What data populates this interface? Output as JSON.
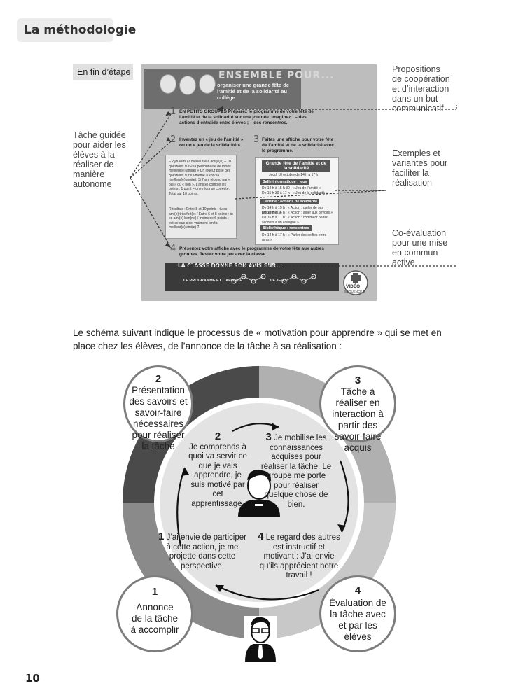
{
  "header": {
    "title": "La méthodologie"
  },
  "stage": {
    "label": "En fin d’étape",
    "banner_title": "ENSEMBLE POUR...",
    "banner_subtitle": "organiser une grande fête de l’amitié et de la solidarité au collège",
    "step1_num": "1",
    "step1_text": "EN PETITS GROUPES Préparez le programme de votre fête de l’amitié et de la solidarité sur une journée. Imaginez : – des actions d’entraide entre élèves ; – des rencontres.",
    "step2_num": "2",
    "step2_text": "Inventez un « jeu de l’amitié » ou un « jeu de la solidarité ».",
    "step3_num": "3",
    "step3_text": "Faites une affiche pour votre fête de l’amitié et de la solidarité avec le programme.",
    "step4_num": "4",
    "step4_text": "Présentez votre affiche avec le programme de votre fête aux autres groupes. Testez votre jeu avec la classe.",
    "note_text": "– 2 joueurs (2 meilleur(e)s ami(e)s) – 10 questions sur « la personnalité de ton/ta meilleur(e) ami(e) » Un joueur pose des questions sur lui-même à son/sa meilleur(e) ami(e). Si l’ami répond par « oui » ou « non ». L’ami(e) compte les points : 1 point = une réponse correcte. Total sur 10 points.",
    "note_results": "Résultats : Entre 8 et 10 points : tu es ami(e) très fort(e) / Entre 6 et 8 points : tu es ami(e) bon(ne) / moins de 6 points : est-ce que c’est vraiment ton/ta meilleur(e) ami(e) ?",
    "poster_title": "Grande fête de l’amitié et de la solidarité",
    "poster_date": "Jeudi 18 octobre de 14 h à 17 h",
    "poster_sections": [
      {
        "title": "Salle informatique : jeux",
        "lines": [
          "De 14 h à 15 h 30 : « Jeu de l’amitié »",
          "De 15 h 30 à 17 h : « Jeu de la solidarité »"
        ]
      },
      {
        "title": "Cantine : actions de solidarité",
        "lines": [
          "De 14 h à 15 h : « Action : parler de ses problèmes »",
          "De 15 h à 16 h : « Action : aider aux devoirs »",
          "De 16 h à 17 h : « Action : comment porter secours à un collègue »"
        ]
      },
      {
        "title": "Bibliothèque : rencontres",
        "lines": [
          "De 14 h à 17 h : « Parler des selfies entre amis »"
        ]
      }
    ],
    "footer_title": "LA CLASSE DONNE SON AVIS SUR...",
    "footer_item1": "LE PROGRAMME ET L’AFFICHE",
    "footer_item2": "LE JEU",
    "video_label": "VIDÉO",
    "video_sub": "SÉQUENCE 3"
  },
  "annotations": {
    "left": "Tâche guidée pour aider les élèves à la réaliser de manière autonome",
    "right1": "Propositions de coopération et d’interaction dans un but communicatif",
    "right2": "Exemples et variantes pour faciliter la réalisation",
    "right3": "Co-évaluation pour une mise en commun active"
  },
  "paragraph": "Le schéma suivant indique le processus de « motivation pour apprendre » qui se met en place chez les élèves, de l’annonce de la tâche à sa réalisation :",
  "diagram": {
    "outer": [
      {
        "num": "1",
        "text": "Annonce de la tâche à accomplir"
      },
      {
        "num": "2",
        "text": "Présentation des savoirs et savoir-faire nécessaires pour réaliser la tâche"
      },
      {
        "num": "3",
        "text": "Tâche à réaliser en interaction à partir des savoir-faire acquis"
      },
      {
        "num": "4",
        "text": "Évaluation de la tâche avec et par les élèves"
      }
    ],
    "inner": [
      {
        "num": "1",
        "text": "J’ai envie de participer à cette action, je me projette dans cette perspective."
      },
      {
        "num": "2",
        "text": "Je comprends à quoi va servir ce que je vais apprendre, je suis motivé par cet apprentissage."
      },
      {
        "num": "3",
        "text": "Je mobilise les connaissances acquises pour réaliser la tâche. Le groupe me porte pour réaliser quelque chose de bien."
      },
      {
        "num": "4",
        "text": "Le regard des autres est instructif et motivant : J’ai envie qu’ils apprécient notre travail !"
      }
    ],
    "colors": {
      "ring_dark": "#4a4a4a",
      "ring_mid": "#8a8a8a",
      "ring_light": "#b5b5b5",
      "inner": "#e0e0e0"
    }
  },
  "page_number": "10"
}
